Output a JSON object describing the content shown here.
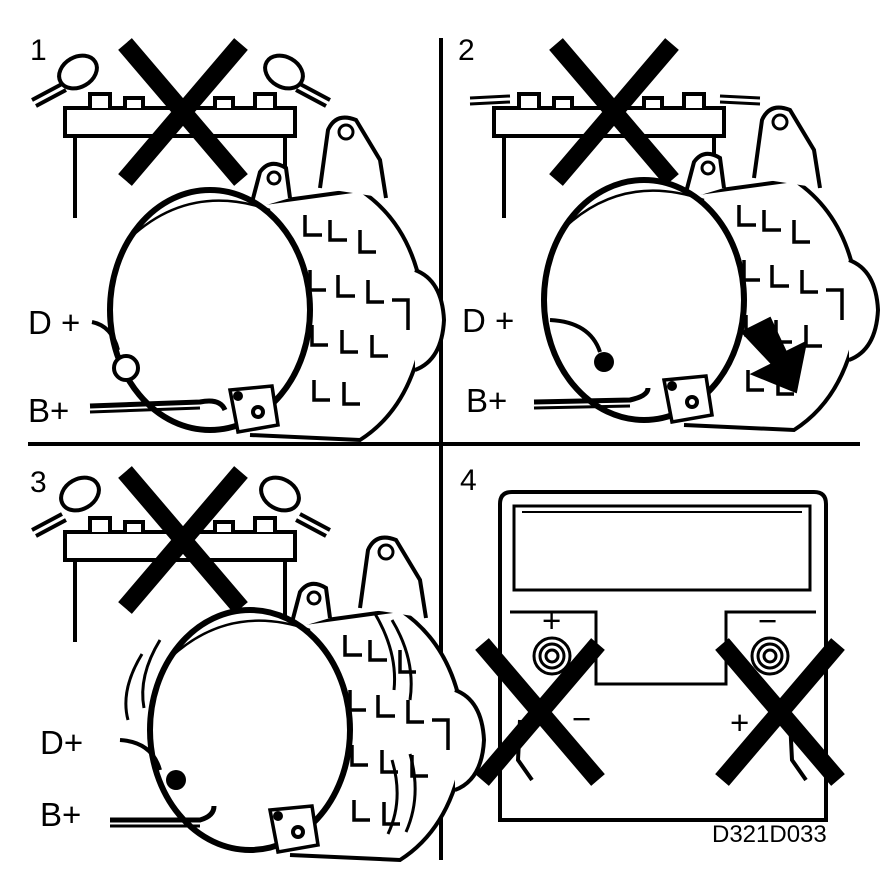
{
  "panels": [
    {
      "number": "1",
      "labels": [
        "D +",
        "B+"
      ]
    },
    {
      "number": "2",
      "labels": [
        "D +",
        "B+"
      ]
    },
    {
      "number": "3",
      "labels": [
        "D+",
        "B+"
      ]
    },
    {
      "number": "4",
      "labels": [
        "+",
        "−",
        "−",
        "+"
      ]
    }
  ],
  "figure_code": "D321D033"
}
